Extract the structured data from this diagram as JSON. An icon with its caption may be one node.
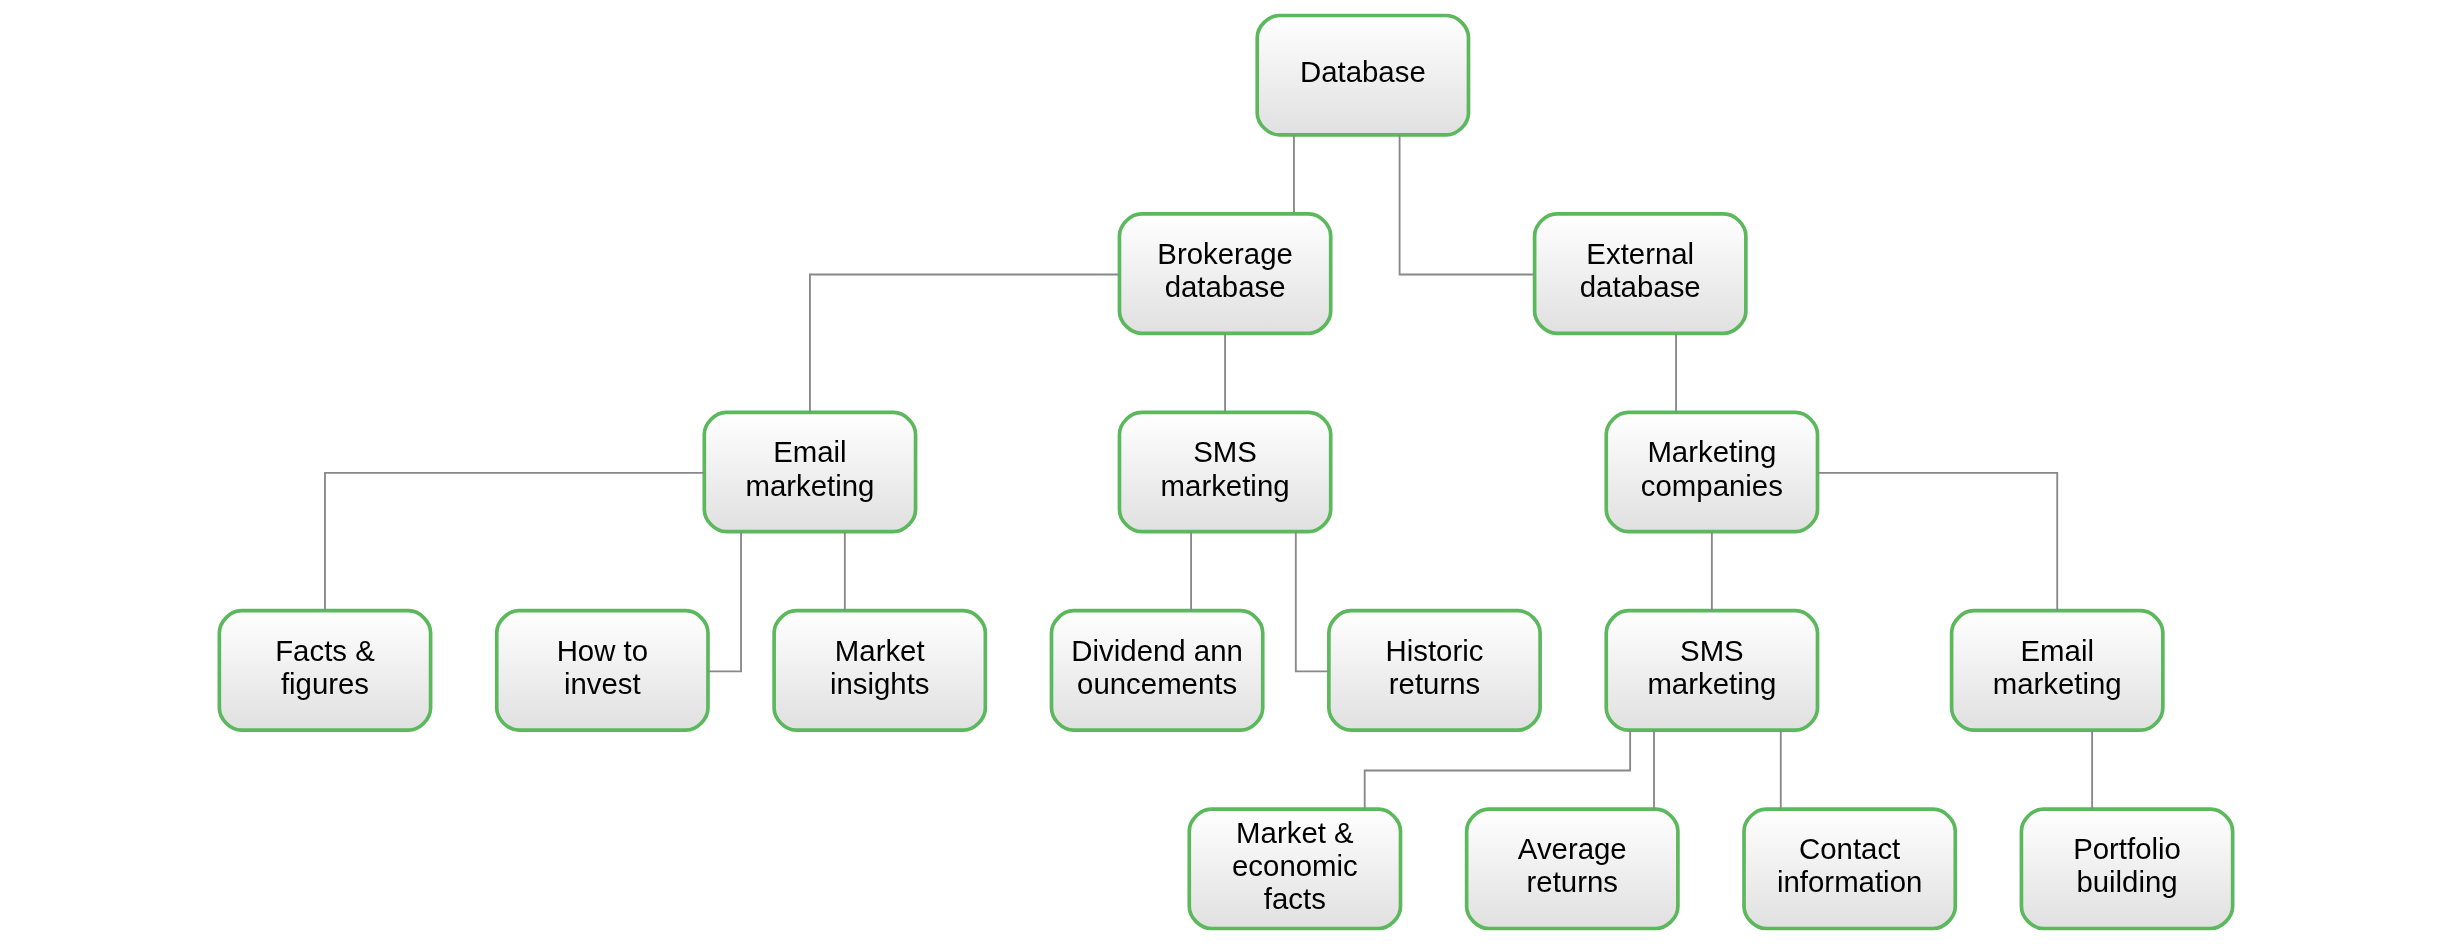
{
  "diagram": {
    "nodes": [
      {
        "text": [
          "Database"
        ]
      },
      {
        "text": [
          "Brokerage database"
        ]
      },
      {
        "text": [
          "External database"
        ]
      },
      {
        "text": [
          "Email marketing"
        ]
      },
      {
        "text": [
          "SMS marketing"
        ]
      },
      {
        "text": [
          "Facts & figures"
        ]
      },
      {
        "text": [
          "How to invest"
        ]
      },
      {
        "text": [
          "Market insights"
        ]
      },
      {
        "text": [
          "Dividend announcements"
        ]
      },
      {
        "text": [
          "Historic returns"
        ]
      },
      {
        "text": [
          "Marketing companies"
        ]
      },
      {
        "text": [
          "SMS marketing"
        ]
      },
      {
        "text": [
          "Email marketing"
        ]
      },
      {
        "text": [
          "Market & economic facts"
        ]
      },
      {
        "text": [
          "Average returns"
        ]
      },
      {
        "text": [
          "Contact information"
        ]
      },
      {
        "text": [
          "Portfolio building"
        ]
      }
    ],
    "edges": [
      {
        "from": 0,
        "to": 1,
        "arrow": "none"
      },
      {
        "from": 0,
        "to": 2,
        "arrow": "none"
      },
      {
        "from": 1,
        "to": 3,
        "arrow": "none"
      },
      {
        "from": 1,
        "to": 4,
        "arrow": "none"
      },
      {
        "from": 3,
        "to": 5,
        "arrow": "none"
      },
      {
        "from": 3,
        "to": 6,
        "arrow": "none"
      },
      {
        "from": 3,
        "to": 7,
        "arrow": "none"
      },
      {
        "from": 4,
        "to": 8,
        "arrow": "none"
      },
      {
        "from": 4,
        "to": 9,
        "arrow": "none"
      },
      {
        "from": 2,
        "to": 10,
        "arrow": "none"
      },
      {
        "from": 10,
        "to": 11,
        "arrow": "none"
      },
      {
        "from": 10,
        "to": 12,
        "arrow": "none"
      },
      {
        "from": 11,
        "to": 13,
        "arrow": "none"
      },
      {
        "from": 11,
        "to": 14,
        "arrow": "none"
      },
      {
        "from": 11,
        "to": 15,
        "arrow": "none"
      },
      {
        "from": 12,
        "to": 16,
        "arrow": "none"
      }
    ]
  }
}
